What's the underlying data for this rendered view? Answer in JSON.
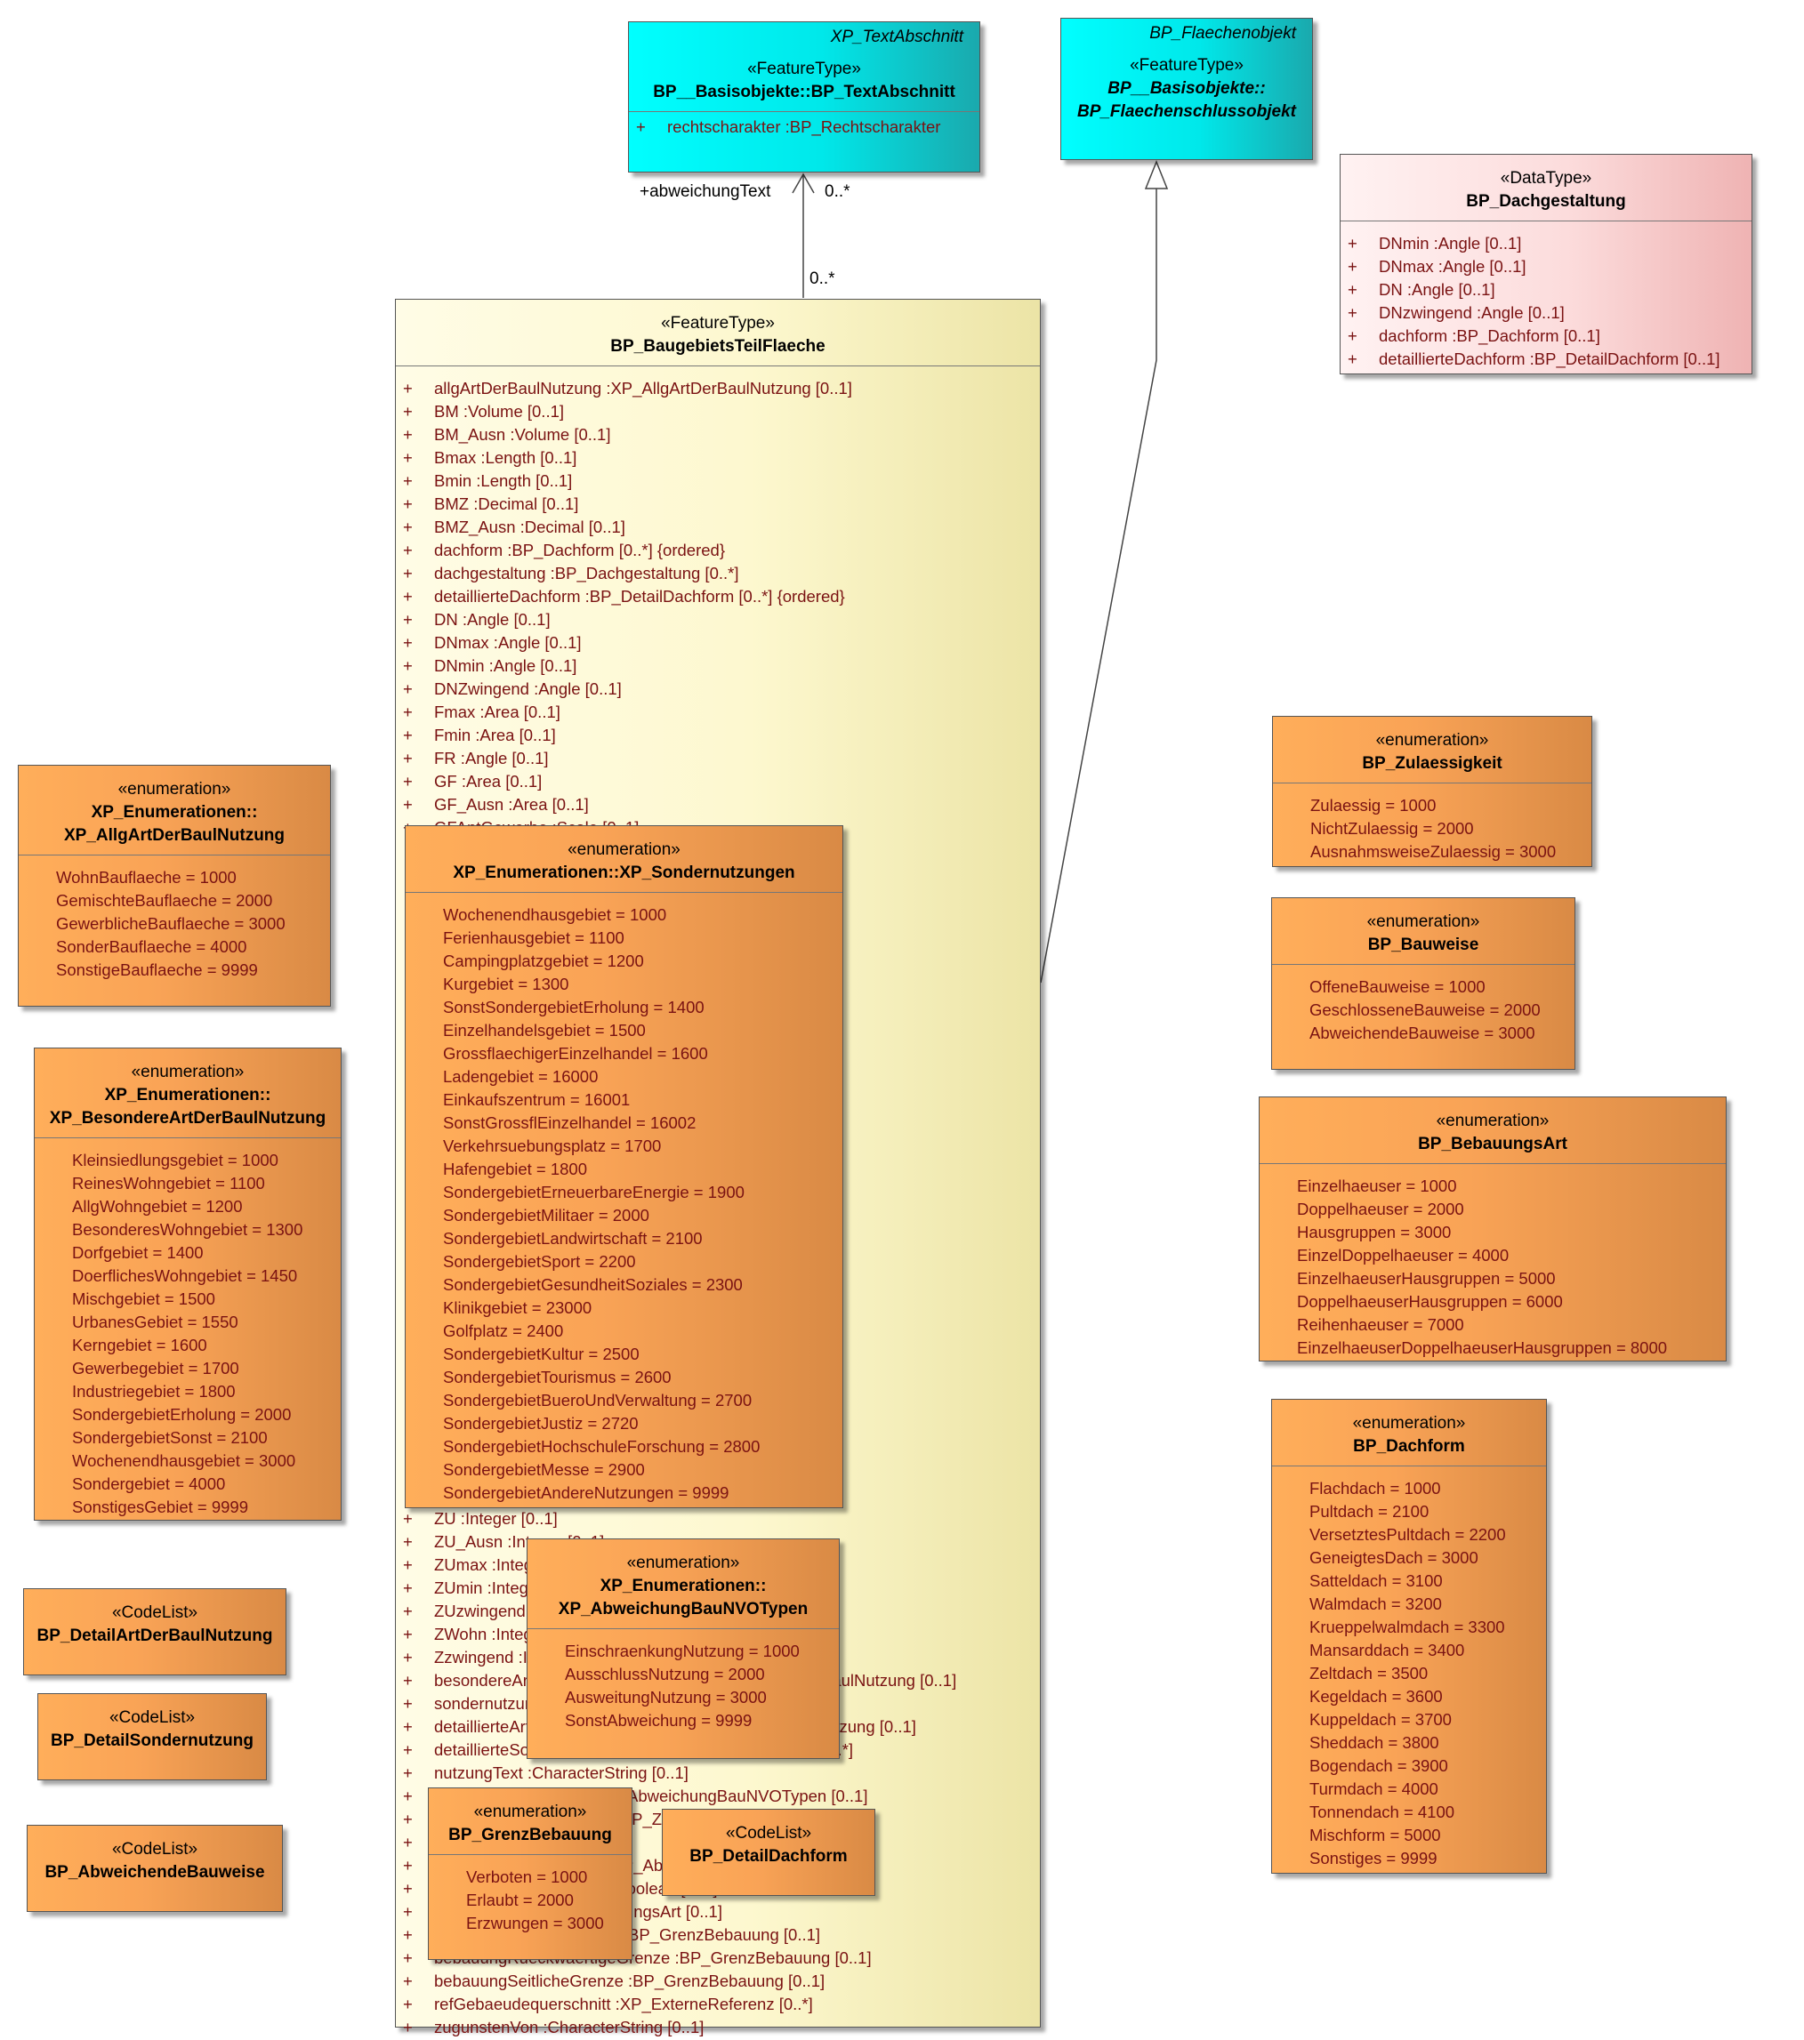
{
  "textabschnitt": {
    "corner": "XP_TextAbschnitt",
    "stereotype": "«FeatureType»",
    "name": "BP__Basisobjekte::BP_TextAbschnitt",
    "attributes": [
      {
        "vis": "+",
        "text": "rechtscharakter  :BP_Rechtscharakter"
      }
    ]
  },
  "flaechenobjekt": {
    "corner": "BP_Flaechenobjekt",
    "stereotype": "«FeatureType»",
    "name1": "BP__Basisobjekte::",
    "name2": "BP_Flaechenschlussobjekt"
  },
  "dachgestaltung": {
    "stereotype": "«DataType»",
    "name": "BP_Dachgestaltung",
    "attributes": [
      {
        "vis": "+",
        "text": "DNmin  :Angle [0..1]"
      },
      {
        "vis": "+",
        "text": "DNmax  :Angle [0..1]"
      },
      {
        "vis": "+",
        "text": "DN  :Angle [0..1]"
      },
      {
        "vis": "+",
        "text": "DNzwingend  :Angle [0..1]"
      },
      {
        "vis": "+",
        "text": "dachform  :BP_Dachform [0..1]"
      },
      {
        "vis": "+",
        "text": "detaillierteDachform  :BP_DetailDachform [0..1]"
      }
    ]
  },
  "association": {
    "role": "+abweichungText",
    "mult_target": "0..*",
    "mult_source": "0..*"
  },
  "main": {
    "stereotype": "«FeatureType»",
    "name": "BP_BaugebietsTeilFlaeche",
    "attributes": [
      {
        "vis": "+",
        "text": "allgArtDerBaulNutzung  :XP_AllgArtDerBaulNutzung [0..1]"
      },
      {
        "vis": "+",
        "text": "BM  :Volume [0..1]"
      },
      {
        "vis": "+",
        "text": "BM_Ausn  :Volume [0..1]"
      },
      {
        "vis": "+",
        "text": "Bmax  :Length [0..1]"
      },
      {
        "vis": "+",
        "text": "Bmin  :Length [0..1]"
      },
      {
        "vis": "+",
        "text": "BMZ  :Decimal [0..1]"
      },
      {
        "vis": "+",
        "text": "BMZ_Ausn  :Decimal [0..1]"
      },
      {
        "vis": "+",
        "text": "dachform  :BP_Dachform [0..*] {ordered}"
      },
      {
        "vis": "+",
        "text": "dachgestaltung  :BP_Dachgestaltung [0..*]"
      },
      {
        "vis": "+",
        "text": "detaillierteDachform  :BP_DetailDachform [0..*] {ordered}"
      },
      {
        "vis": "+",
        "text": "DN  :Angle [0..1]"
      },
      {
        "vis": "+",
        "text": "DNmax  :Angle [0..1]"
      },
      {
        "vis": "+",
        "text": "DNmin  :Angle [0..1]"
      },
      {
        "vis": "+",
        "text": "DNZwingend  :Angle [0..1]"
      },
      {
        "vis": "+",
        "text": "Fmax  :Area [0..1]"
      },
      {
        "vis": "+",
        "text": "Fmin  :Area [0..1]"
      },
      {
        "vis": "+",
        "text": "FR  :Angle [0..1]"
      },
      {
        "vis": "+",
        "text": "GF  :Area [0..1]"
      },
      {
        "vis": "+",
        "text": "GF_Ausn  :Area [0..1]"
      },
      {
        "vis": "+",
        "text": "GFAntGewerbe  :Scale [0..1]"
      }
    ],
    "attributes_lower": [
      {
        "vis": "+",
        "text": "ZU  :Integer [0..1]"
      },
      {
        "vis": "+",
        "text": "ZU_Ausn  :Integer [0..1]"
      },
      {
        "vis": "+",
        "text": "ZUmax  :Integer [0..1]"
      },
      {
        "vis": "+",
        "text": "ZUmin  :Integer [0..1]"
      },
      {
        "vis": "+",
        "text": "ZUzwingend  :Integer [0..1]"
      },
      {
        "vis": "+",
        "text": "ZWohn  :Integer [0..1]"
      },
      {
        "vis": "+",
        "text": "Zzwingend  :Integer [0..1]"
      },
      {
        "vis": "+",
        "text": "besondereArtDerBaulNutzung  :XP_BesondereArtDerBaulNutzung [0..1]"
      },
      {
        "vis": "+",
        "text": "sondernutzung  :XP_Sondernutzungen [0..*]"
      },
      {
        "vis": "+",
        "text": "detaillierteArtDerBaulNutzung  :BP_DetailArtDerBaulNutzung [0..1]"
      },
      {
        "vis": "+",
        "text": "detaillierteSondernutzung  :BP_DetailSondernutzung [0..*]"
      },
      {
        "vis": "+",
        "text": "nutzungText  :CharacterString [0..1]"
      },
      {
        "vis": "+",
        "text": "abweichungBauNVO  :XP_AbweichungBauNVOTypen [0..1]"
      },
      {
        "vis": "+",
        "text": "wohnnutzungEGStrasse  :BP_Zulaessigkeit [0..1]"
      },
      {
        "vis": "+",
        "text": "ZWohn  :Integer [0..1]"
      },
      {
        "vis": "+",
        "text": "abweichendeBauweise  :BP_AbweichendeBauweise [0..1]"
      },
      {
        "vis": "+",
        "text": "vertikaleDifferenzierung  :Boolean [0..1]"
      },
      {
        "vis": "+",
        "text": "bebauungsArt  :BP_BebauungsArt [0..1]"
      },
      {
        "vis": "+",
        "text": "bebauungVordereGrenze  :BP_GrenzBebauung [0..1]"
      },
      {
        "vis": "+",
        "text": "bebauungRueckwaertigeGrenze  :BP_GrenzBebauung [0..1]"
      },
      {
        "vis": "+",
        "text": "bebauungSeitlicheGrenze  :BP_GrenzBebauung [0..1]"
      },
      {
        "vis": "+",
        "text": "refGebaeudequerschnitt  :XP_ExterneReferenz [0..*]"
      },
      {
        "vis": "+",
        "text": "zugunstenVon  :CharacterString [0..1]"
      }
    ]
  },
  "allgArt": {
    "stereotype": "«enumeration»",
    "name1": "XP_Enumerationen::",
    "name2": "XP_AllgArtDerBaulNutzung",
    "values": [
      "WohnBauflaeche = 1000",
      "GemischteBauflaeche = 2000",
      "GewerblicheBauflaeche = 3000",
      "SonderBauflaeche = 4000",
      "SonstigeBauflaeche = 9999"
    ]
  },
  "besondereArt": {
    "stereotype": "«enumeration»",
    "name1": "XP_Enumerationen::",
    "name2": "XP_BesondereArtDerBaulNutzung",
    "values": [
      "Kleinsiedlungsgebiet = 1000",
      "ReinesWohngebiet = 1100",
      "AllgWohngebiet = 1200",
      "BesonderesWohngebiet = 1300",
      "Dorfgebiet = 1400",
      "DoerflichesWohngebiet = 1450",
      "Mischgebiet = 1500",
      "UrbanesGebiet = 1550",
      "Kerngebiet = 1600",
      "Gewerbegebiet = 1700",
      "Industriegebiet = 1800",
      "SondergebietErholung = 2000",
      "SondergebietSonst = 2100",
      "Wochenendhausgebiet = 3000",
      "Sondergebiet = 4000",
      "SonstigesGebiet = 9999"
    ]
  },
  "codelists": {
    "stereotype": "«CodeList»",
    "detailArt": "BP_DetailArtDerBaulNutzung",
    "detailSonder": "BP_DetailSondernutzung",
    "abweichendeBauweise": "BP_AbweichendeBauweise",
    "detailDachform": "BP_DetailDachform"
  },
  "sondernutzungen": {
    "stereotype": "«enumeration»",
    "name": "XP_Enumerationen::XP_Sondernutzungen",
    "values": [
      "Wochenendhausgebiet = 1000",
      "Ferienhausgebiet = 1100",
      "Campingplatzgebiet = 1200",
      "Kurgebiet = 1300",
      "SonstSondergebietErholung = 1400",
      "Einzelhandelsgebiet = 1500",
      "GrossflaechigerEinzelhandel = 1600",
      "Ladengebiet = 16000",
      "Einkaufszentrum = 16001",
      "SonstGrossflEinzelhandel = 16002",
      "Verkehrsuebungsplatz = 1700",
      "Hafengebiet = 1800",
      "SondergebietErneuerbareEnergie = 1900",
      "SondergebietMilitaer = 2000",
      "SondergebietLandwirtschaft = 2100",
      "SondergebietSport = 2200",
      "SondergebietGesundheitSoziales = 2300",
      "Klinikgebiet = 23000",
      "Golfplatz = 2400",
      "SondergebietKultur = 2500",
      "SondergebietTourismus = 2600",
      "SondergebietBueroUndVerwaltung = 2700",
      "SondergebietJustiz = 2720",
      "SondergebietHochschuleForschung = 2800",
      "SondergebietMesse = 2900",
      "SondergebietAndereNutzungen = 9999"
    ]
  },
  "abweichungNVO": {
    "stereotype": "«enumeration»",
    "name1": "XP_Enumerationen::",
    "name2": "XP_AbweichungBauNVOTypen",
    "values": [
      "EinschraenkungNutzung = 1000",
      "AusschlussNutzung = 2000",
      "AusweitungNutzung = 3000",
      "SonstAbweichung = 9999"
    ]
  },
  "grenzBebauung": {
    "stereotype": "«enumeration»",
    "name": "BP_GrenzBebauung",
    "values": [
      "Verboten = 1000",
      "Erlaubt = 2000",
      "Erzwungen = 3000"
    ]
  },
  "zulaessigkeit": {
    "stereotype": "«enumeration»",
    "name": "BP_Zulaessigkeit",
    "values": [
      "Zulaessig = 1000",
      "NichtZulaessig = 2000",
      "AusnahmsweiseZulaessig = 3000"
    ]
  },
  "bauweise": {
    "stereotype": "«enumeration»",
    "name": "BP_Bauweise",
    "values": [
      "OffeneBauweise = 1000",
      "GeschlosseneBauweise = 2000",
      "AbweichendeBauweise = 3000"
    ]
  },
  "bebauungsArt": {
    "stereotype": "«enumeration»",
    "name": "BP_BebauungsArt",
    "values": [
      "Einzelhaeuser = 1000",
      "Doppelhaeuser = 2000",
      "Hausgruppen = 3000",
      "EinzelDoppelhaeuser = 4000",
      "EinzelhaeuserHausgruppen = 5000",
      "DoppelhaeuserHausgruppen = 6000",
      "Reihenhaeuser = 7000",
      "EinzelhaeuserDoppelhaeuserHausgruppen = 8000"
    ]
  },
  "dachform": {
    "stereotype": "«enumeration»",
    "name": "BP_Dachform",
    "values": [
      "Flachdach = 1000",
      "Pultdach = 2100",
      "VersetztesPultdach = 2200",
      "GeneigtesDach = 3000",
      "Satteldach = 3100",
      "Walmdach = 3200",
      "Krueppelwalmdach = 3300",
      "Mansarddach = 3400",
      "Zeltdach = 3500",
      "Kegeldach = 3600",
      "Kuppeldach = 3700",
      "Sheddach = 3800",
      "Bogendach = 3900",
      "Turmdach = 4000",
      "Tonnendach = 4100",
      "Mischform = 5000",
      "Sonstiges = 9999"
    ]
  }
}
